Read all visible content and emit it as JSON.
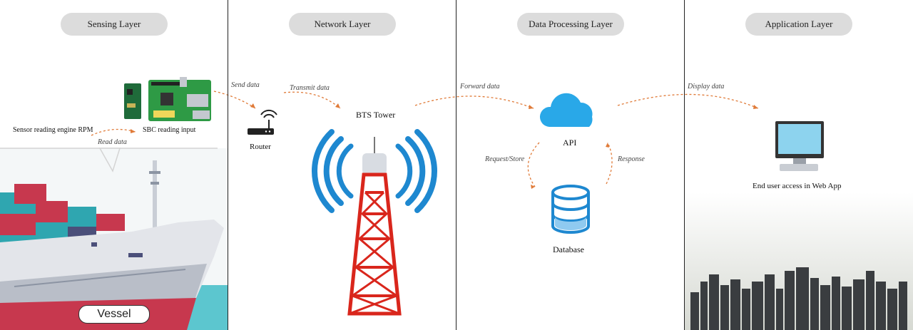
{
  "layers": [
    {
      "title": "Sensing Layer"
    },
    {
      "title": "Network Layer"
    },
    {
      "title": "Data Processing Layer"
    },
    {
      "title": "Application Layer"
    }
  ],
  "sensing": {
    "sensor_label": "Sensor reading engine RPM",
    "sbc_label": "SBC reading input",
    "read_data": "Read data",
    "vessel_label": "Vessel"
  },
  "network": {
    "send_data": "Send data",
    "transmit_data": "Transmit data",
    "router_label": "Router",
    "tower_label": "BTS Tower"
  },
  "processing": {
    "forward_data": "Forward data",
    "api_label": "API",
    "request_store": "Request/Store",
    "response": "Response",
    "database_label": "Database"
  },
  "application": {
    "display_data": "Display data",
    "end_user_label": "End user access in Web App"
  },
  "colors": {
    "arrow": "#e07b39",
    "cloud": "#29a8e8",
    "database": "#1e88d0",
    "tower_red": "#d9261c",
    "hull_red": "#c7384e"
  }
}
